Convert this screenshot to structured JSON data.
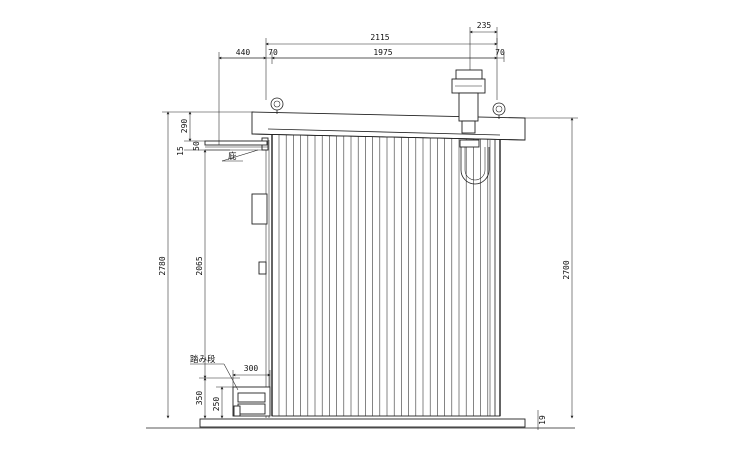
{
  "drawing": {
    "dimensions": {
      "width_top": "2115",
      "chimney_width": "235",
      "left_overhang": "440",
      "inner_left_gap": "70",
      "body_width": "1975",
      "inner_right_gap": "70",
      "total_height_left": "2780",
      "roof_height": "290",
      "eave_gap": "15",
      "eave_gap_small": "50",
      "wall_height": "2065",
      "step_height_total": "350",
      "step_height": "250",
      "step_width": "300",
      "total_height_right": "2700",
      "base_offset": "19"
    },
    "labels": {
      "eave": "庇",
      "step": "踏み段"
    }
  }
}
